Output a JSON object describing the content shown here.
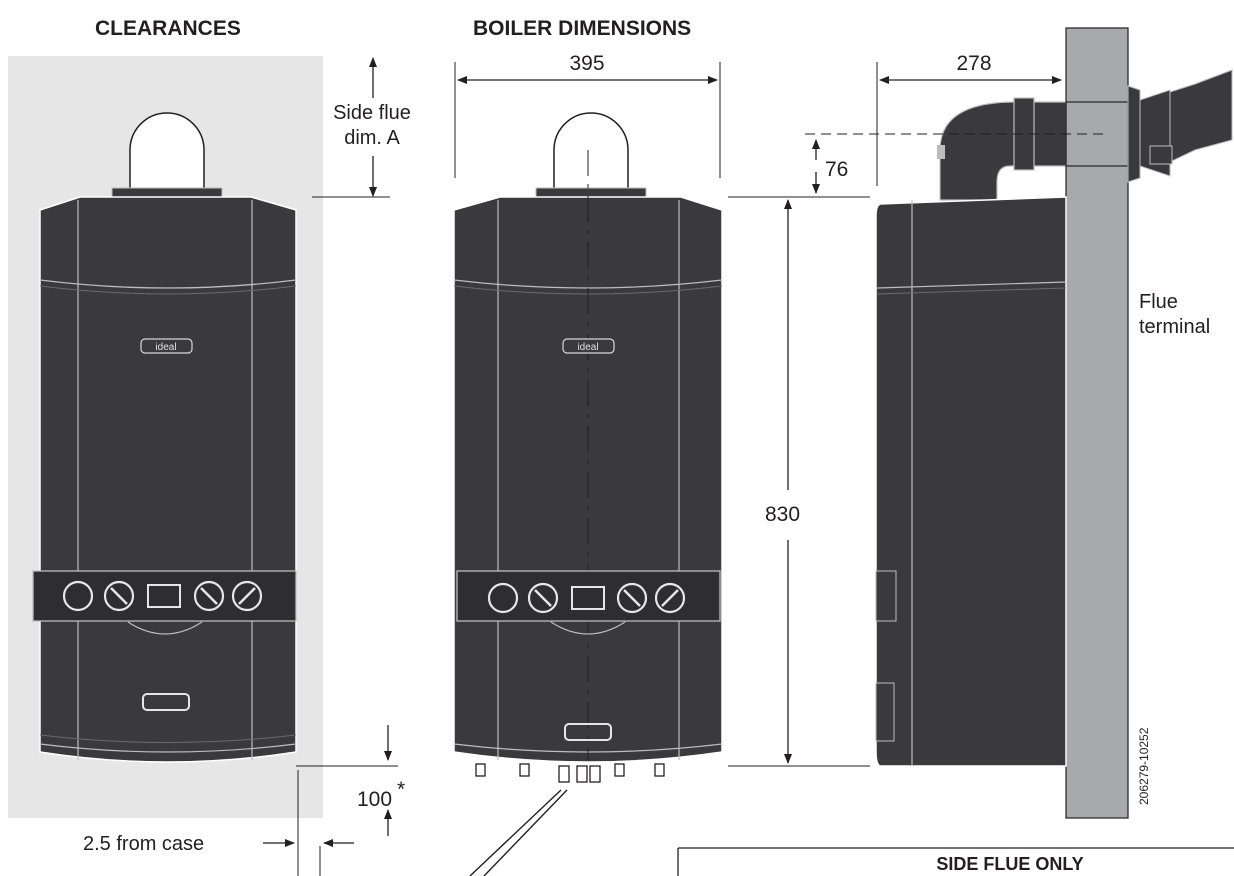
{
  "titles": {
    "clearances": "CLEARANCES",
    "boiler_dimensions": "BOILER DIMENSIONS"
  },
  "labels": {
    "side_flue_line1": "Side flue",
    "side_flue_line2": "dim. A",
    "flue_terminal_line1": "Flue",
    "flue_terminal_line2": "terminal",
    "from_case": "2.5 from case",
    "side_flue_only": "SIDE FLUE ONLY",
    "drawing_ref": "206279-10252",
    "logo": "ideal"
  },
  "dimensions": {
    "width": "395",
    "height": "830",
    "depth": "278",
    "flue_offset": "76",
    "bottom_clearance": "100",
    "bottom_clearance_mark": "*"
  },
  "colors": {
    "ink": "#231f20",
    "casing": "#3a3a3c",
    "clearance_zone": "#e6e6e7",
    "wall": "#a7a9ac"
  }
}
